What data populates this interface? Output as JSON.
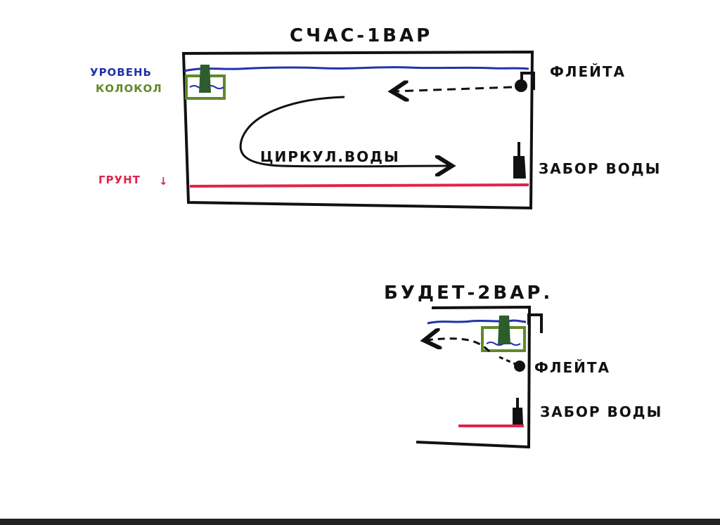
{
  "colors": {
    "ink": "#111111",
    "water_level": "#2233aa",
    "bell": "#5f8a2a",
    "substrate": "#e0234a",
    "border_bottom": "#222222"
  },
  "diagram1": {
    "title": "СЧАС-1ВАР",
    "label_level": "УРОВЕНЬ",
    "label_bell": "КОЛОКОЛ",
    "label_substrate": "ГРУНТ",
    "substrate_arrow": "↓",
    "label_flute": "ФЛЕЙТА",
    "label_circulation": "ЦИРКУЛ.ВОДЫ",
    "label_intake": "ЗАБОР ВОДЫ"
  },
  "diagram2": {
    "title": "БУДЕТ-2ВАР.",
    "label_flute": "ФЛЕЙТА",
    "label_intake": "ЗАБОР ВОДЫ"
  }
}
